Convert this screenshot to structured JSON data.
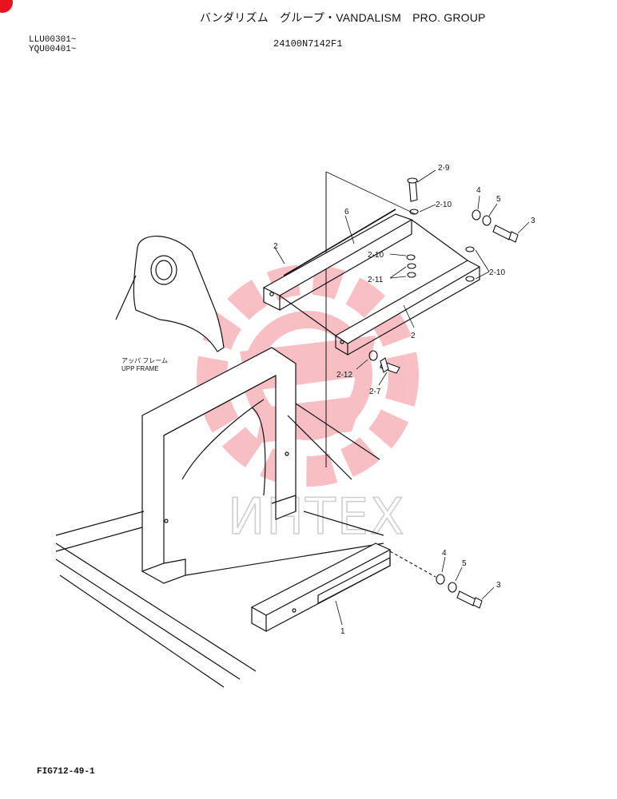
{
  "header": {
    "title": "バンダリズム　グループ・VANDALISM　PRO. GROUP",
    "serials": [
      "LLU00301~",
      "YQU00401~"
    ],
    "part_number": "24100N7142F1"
  },
  "footer": {
    "figure_id": "FIG712-49-1"
  },
  "frame_label": {
    "jp": "アッパ フレーム",
    "en": "UPP FRAME"
  },
  "callouts": {
    "c2_9": "2-9",
    "c2_10_a": "2-10",
    "c2_10_b": "2-10",
    "c2_10_c": "2-10",
    "c2_11": "2-11",
    "c2_12": "2-12",
    "c2_7": "2-7",
    "c6": "6",
    "c2_upper": "2",
    "c2_lower": "2",
    "c4_top": "4",
    "c5_top": "5",
    "c3_top": "3",
    "c4_bot": "4",
    "c5_bot": "5",
    "c3_bot": "3",
    "c1": "1"
  },
  "watermark": {
    "text": "ИНТЕX",
    "color": "#f4a0a6"
  }
}
